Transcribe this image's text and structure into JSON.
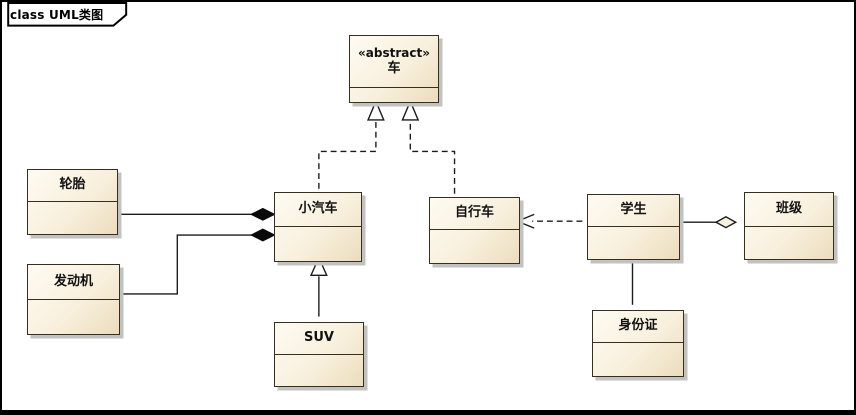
{
  "frame": {
    "label": "class UML类图"
  },
  "diagram": {
    "classes": [
      {
        "id": "che",
        "stereotype": "«abstract»",
        "name": "车"
      },
      {
        "id": "luntai",
        "name": "轮胎"
      },
      {
        "id": "fadongji",
        "name": "发动机"
      },
      {
        "id": "xiaoqiche",
        "name": "小汽车"
      },
      {
        "id": "zixingche",
        "name": "自行车"
      },
      {
        "id": "suv",
        "name": "SUV"
      },
      {
        "id": "xuesheng",
        "name": "学生"
      },
      {
        "id": "banji",
        "name": "班级"
      },
      {
        "id": "shenfenzheng",
        "name": "身份证"
      }
    ],
    "relationships": [
      {
        "type": "realization",
        "from": "小汽车",
        "to": "车"
      },
      {
        "type": "realization",
        "from": "自行车",
        "to": "车"
      },
      {
        "type": "composition",
        "whole": "小汽车",
        "part": "轮胎"
      },
      {
        "type": "composition",
        "whole": "小汽车",
        "part": "发动机"
      },
      {
        "type": "generalization",
        "from": "SUV",
        "to": "小汽车"
      },
      {
        "type": "dependency",
        "from": "学生",
        "to": "自行车"
      },
      {
        "type": "aggregation",
        "whole": "班级",
        "part": "学生"
      },
      {
        "type": "association",
        "from": "学生",
        "to": "身份证"
      }
    ]
  },
  "colors": {
    "box_fill_light": "#fefbf2",
    "box_fill_dark": "#ecdcbd",
    "box_border": "#352f1f",
    "box_shadow": "#c2c2c2",
    "connector": "#1b1b1b",
    "frame_border": "#000000",
    "background": "#ffffff"
  }
}
